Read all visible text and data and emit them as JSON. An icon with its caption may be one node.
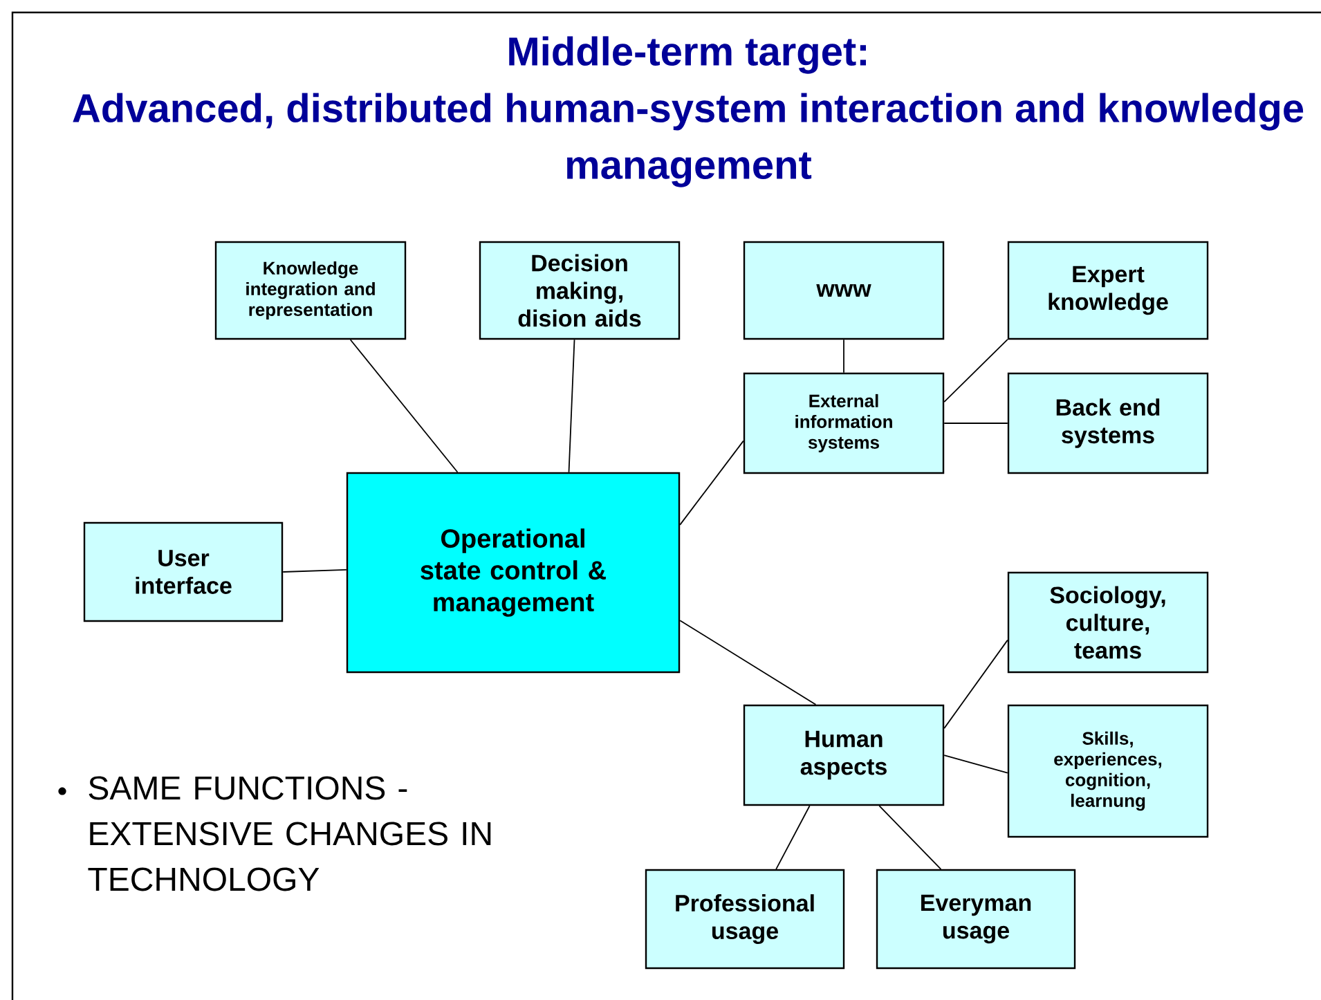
{
  "diagram": {
    "title": "Middle-term target: Advanced, distributed human-system interaction and knowledge management",
    "nodes": [
      {
        "text": [
          "Knowledge integration and representation"
        ]
      },
      {
        "text": [
          "Decision making, dision aids"
        ]
      },
      {
        "text": [
          "www"
        ]
      },
      {
        "text": [
          "Expert knowledge"
        ]
      },
      {
        "text": [
          "External information systems"
        ]
      },
      {
        "text": [
          "Back end systems"
        ]
      },
      {
        "text": [
          "User interface"
        ]
      },
      {
        "text": [
          "Operational state control & management"
        ]
      },
      {
        "text": [
          "Sociology, culture, teams"
        ]
      },
      {
        "text": [
          "Human aspects"
        ]
      },
      {
        "text": [
          "Skills, experiences, cognition, learnung"
        ]
      },
      {
        "text": [
          "Professional usage"
        ]
      },
      {
        "text": [
          "Everyman usage"
        ]
      }
    ],
    "edges": [
      {
        "from": 7,
        "to": 0,
        "arrow": "none"
      },
      {
        "from": 7,
        "to": 1,
        "arrow": "none"
      },
      {
        "from": 7,
        "to": 4,
        "arrow": "none"
      },
      {
        "from": 4,
        "to": 2,
        "arrow": "none"
      },
      {
        "from": 4,
        "to": 3,
        "arrow": "none"
      },
      {
        "from": 4,
        "to": 5,
        "arrow": "none"
      },
      {
        "from": 6,
        "to": 7,
        "arrow": "none"
      },
      {
        "from": 7,
        "to": 9,
        "arrow": "none"
      },
      {
        "from": 9,
        "to": 8,
        "arrow": "none"
      },
      {
        "from": 9,
        "to": 10,
        "arrow": "none"
      },
      {
        "from": 9,
        "to": 11,
        "arrow": "none"
      },
      {
        "from": 9,
        "to": 12,
        "arrow": "none"
      }
    ],
    "labels": [
      "SAME FUNCTIONS - EXTENSIVE CHANGES IN TECHNOLOGY"
    ]
  }
}
